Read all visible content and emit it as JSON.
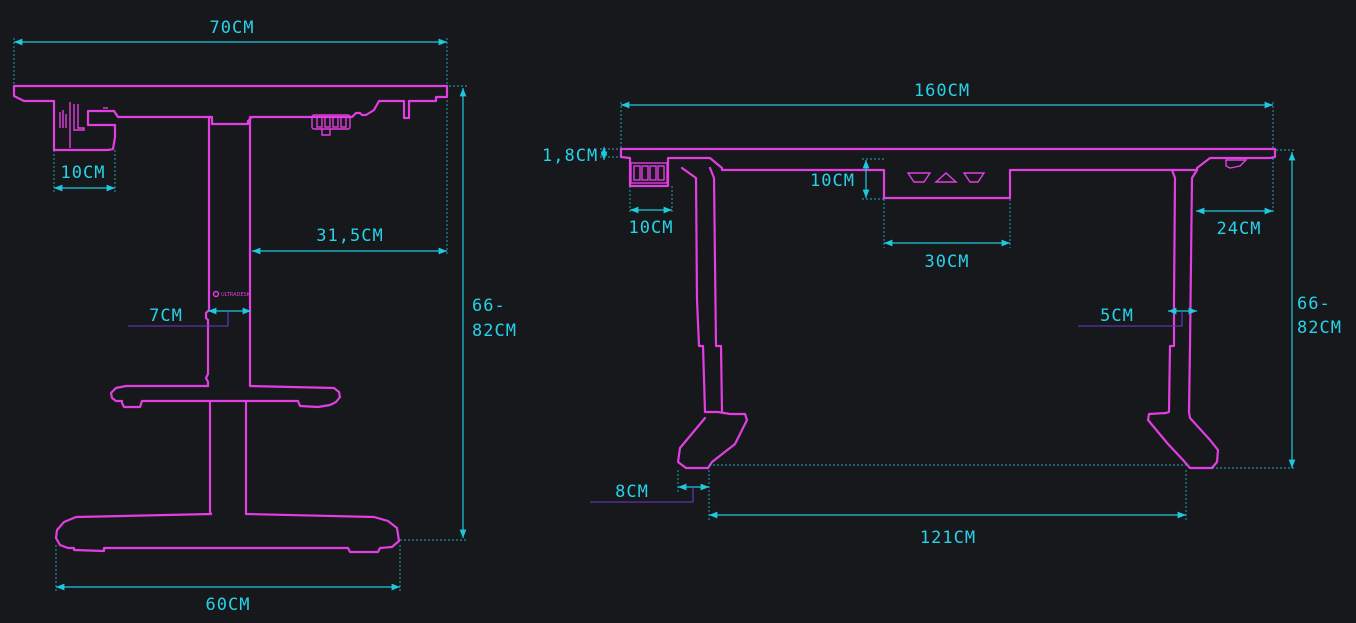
{
  "colors": {
    "background": "#17181b",
    "outline": "#e23ee2",
    "dimension": "#1ec9e0",
    "leader": "#6b3ad6"
  },
  "side_view": {
    "depth_label": "70CM",
    "hook_label": "10CM",
    "offset_label": "31,5CM",
    "column_label": "7CM",
    "foot_label": "60CM",
    "height_label_line1": "66-",
    "height_label_line2": "82CM",
    "logo_text": "ULTRADESK"
  },
  "front_view": {
    "width_label": "160CM",
    "thickness_label": "1,8CM",
    "box_height_label": "10CM",
    "socket_label": "10CM",
    "box_width_label": "30CM",
    "leg_offset_label": "24CM",
    "leg_width_label": "5CM",
    "foot_label": "8CM",
    "leg_span_label": "121CM",
    "height_label_line1": "66-",
    "height_label_line2": "82CM"
  }
}
